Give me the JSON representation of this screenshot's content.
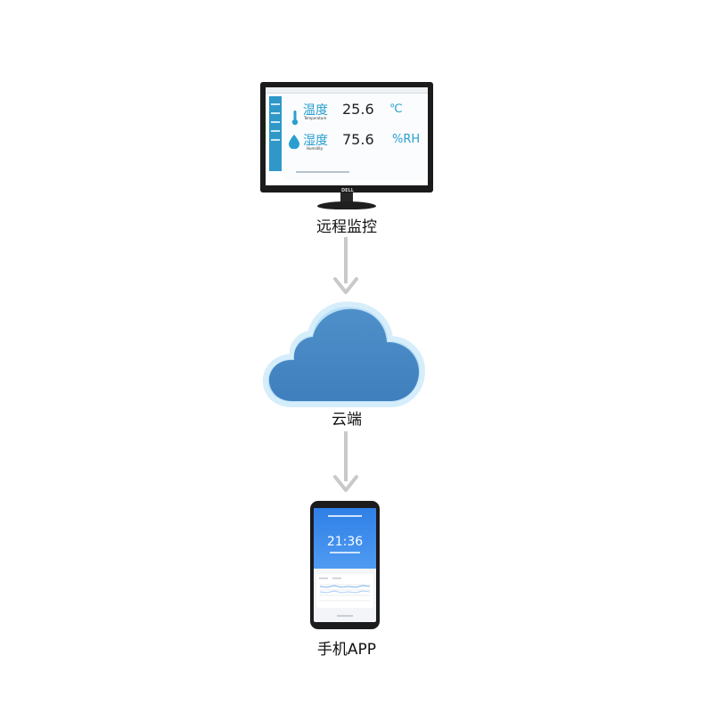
{
  "monitor": {
    "brand": "DELL",
    "rows": [
      {
        "label": "温度",
        "sublabel": "Temperature",
        "value": "25.6",
        "unit": "℃",
        "icon": "thermometer-icon"
      },
      {
        "label": "湿度",
        "sublabel": "Humidity",
        "value": "75.6",
        "unit": "%RH",
        "icon": "water-drop-icon"
      }
    ],
    "caption": "远程监控"
  },
  "cloud": {
    "caption": "云端",
    "color": "#4a88c2"
  },
  "phone": {
    "time": "21:36",
    "caption": "手机APP",
    "header_color": "#3a8cee"
  },
  "arrow_color": "#c9c9c9"
}
